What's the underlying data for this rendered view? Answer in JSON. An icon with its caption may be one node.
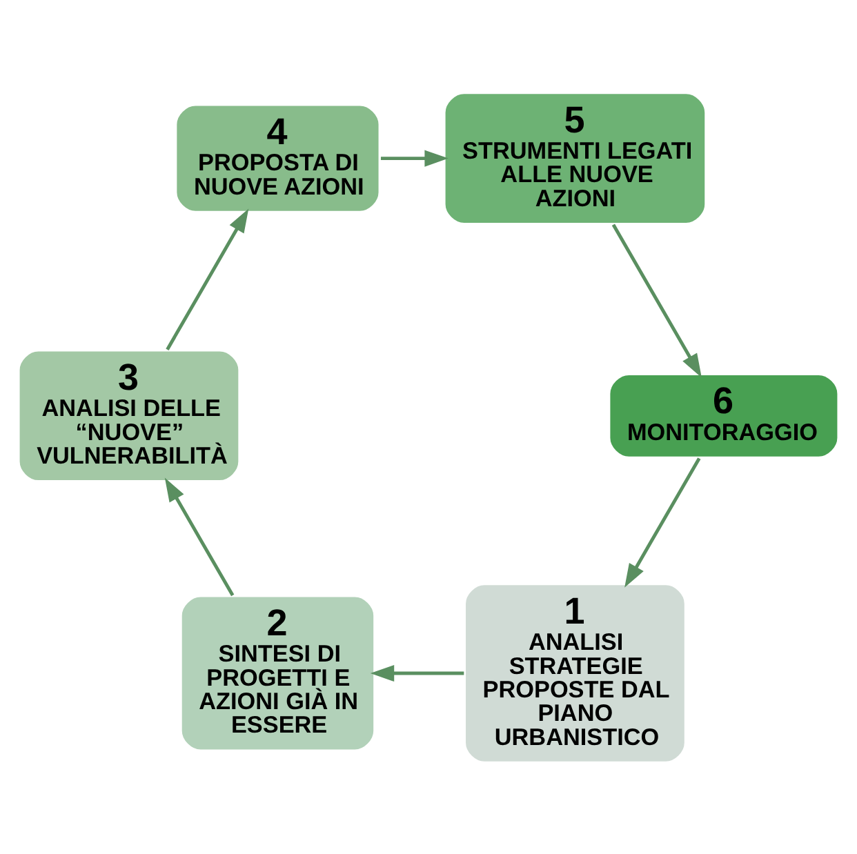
{
  "diagram": {
    "nodes": [
      {
        "text": [
          "1",
          "ANALISI STRATEGIE PROPOSTE DAL PIANO URBANISTICO"
        ]
      },
      {
        "text": [
          "2",
          "SINTESI DI PROGETTI E AZIONI GIÀ IN ESSERE"
        ]
      },
      {
        "text": [
          "3",
          "ANALISI DELLE “NUOVE” VULNERABILITÀ"
        ]
      },
      {
        "text": [
          "4",
          "PROPOSTA DI NUOVE AZIONI"
        ]
      },
      {
        "text": [
          "5",
          "STRUMENTI LEGATI ALLE NUOVE AZIONI"
        ]
      },
      {
        "text": [
          "6",
          "MONITORAGGIO"
        ]
      }
    ],
    "edges": [
      {
        "from": 0,
        "to": 1,
        "arrow": "to"
      },
      {
        "from": 1,
        "to": 2,
        "arrow": "to"
      },
      {
        "from": 2,
        "to": 3,
        "arrow": "to"
      },
      {
        "from": 3,
        "to": 4,
        "arrow": "to"
      },
      {
        "from": 4,
        "to": 5,
        "arrow": "to"
      },
      {
        "from": 5,
        "to": 0,
        "arrow": "to"
      }
    ]
  }
}
